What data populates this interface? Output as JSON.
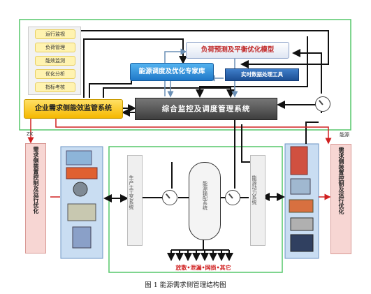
{
  "menu": [
    "运行监视",
    "负荷管理",
    "能效监测",
    "优化分析",
    "指标考核"
  ],
  "boxes": {
    "enterprise": "企业需求侧能效监管系统",
    "integrated": "综合监控及调度管理系统",
    "expert": "能源调度及优化专家库",
    "forecast": "负荷预测及平衡优化模型",
    "realtime": "实时数据处理工具"
  },
  "left_control": "需求侧装置控制及运行优化",
  "right_control": "需求侧装置控制及运行优化",
  "left_code": "ZK",
  "right_code": "能源",
  "process": {
    "production": "生产主工艺系统",
    "distribution": "能源输配系统",
    "power": "能源动力系统"
  },
  "losses": "放散•泄漏•网损•其它",
  "caption": "图 1  能源需求侧管理结构图"
}
